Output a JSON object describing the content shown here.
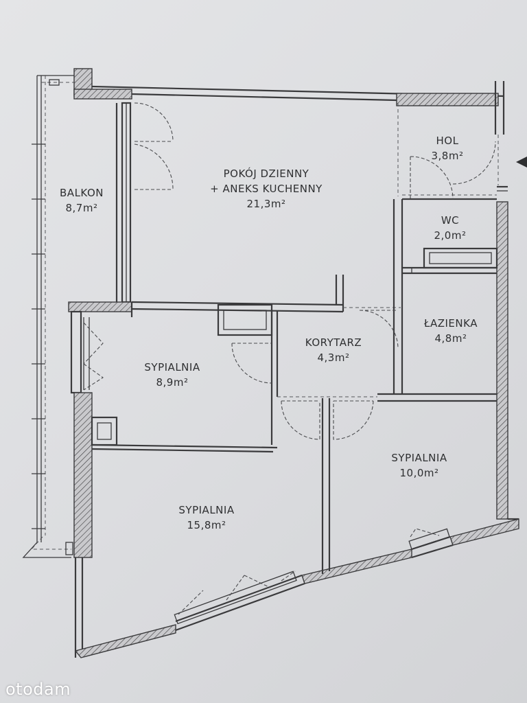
{
  "rooms": {
    "balkon": {
      "name": "BALKON",
      "area": "8,7m²"
    },
    "pokoj": {
      "name_line1": "POKÓJ DZIENNY",
      "name_line2": "+ ANEKS KUCHENNY",
      "area": "21,3m²"
    },
    "hol": {
      "name": "HOL",
      "area": "3,8m²"
    },
    "wc": {
      "name": "WC",
      "area": "2,0m²"
    },
    "lazienka": {
      "name": "ŁAZIENKA",
      "area": "4,8m²"
    },
    "korytarz": {
      "name": "KORYTARZ",
      "area": "4,3m²"
    },
    "sypialnia_small": {
      "name": "SYPIALNIA",
      "area": "8,9m²"
    },
    "sypialnia_right": {
      "name": "SYPIALNIA",
      "area": "10,0m²"
    },
    "sypialnia_large": {
      "name": "SYPIALNIA",
      "area": "15,8m²"
    }
  },
  "watermark": "otodam"
}
